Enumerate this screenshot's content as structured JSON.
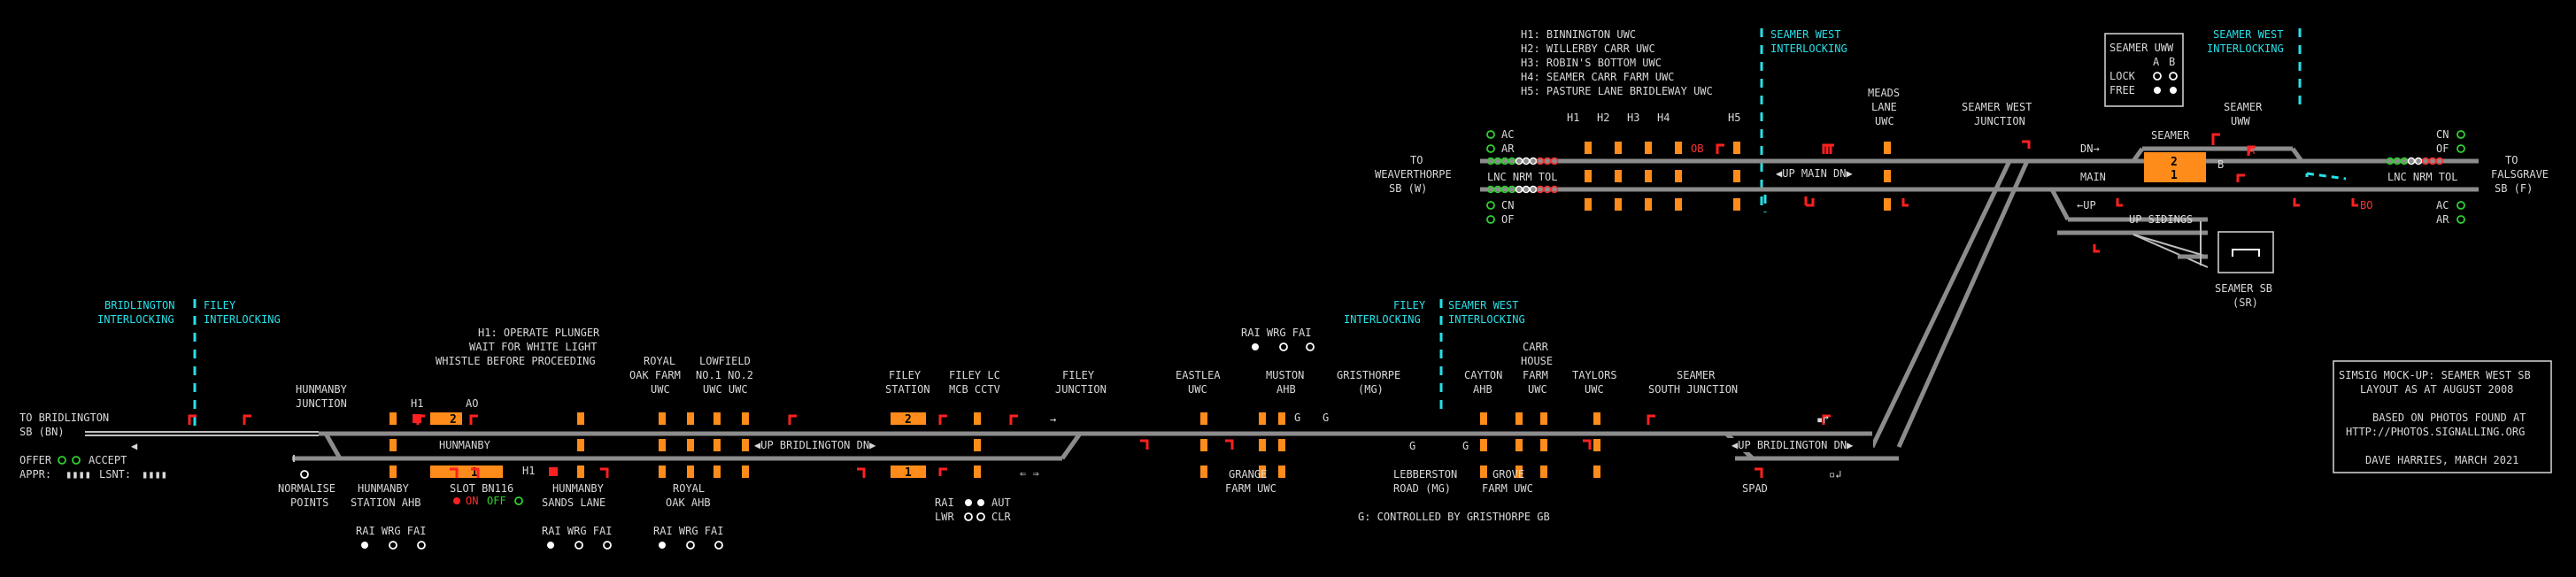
{
  "legend": {
    "hints": [
      "H1: BINNINGTON UWC",
      "H2: WILLERBY CARR UWC",
      "H3: ROBIN'S BOTTOM UWC",
      "H4: SEAMER CARR FARM UWC",
      "H5: PASTURE LANE BRIDLEWAY UWC"
    ]
  },
  "interlocking": {
    "seamer_west_left": [
      "SEAMER WEST",
      "INTERLOCKING"
    ],
    "seamer_west_right": [
      "SEAMER WEST",
      "INTERLOCKING"
    ],
    "bridlington": [
      "BRIDLINGTON",
      "INTERLOCKING"
    ],
    "filey_left": [
      "FILEY",
      "INTERLOCKING"
    ],
    "filey_mid": [
      "FILEY",
      "INTERLOCKING"
    ],
    "seamer_west_mid": [
      "SEAMER WEST",
      "INTERLOCKING"
    ]
  },
  "uww": {
    "title": "SEAMER UWW",
    "col_a": "A",
    "col_b": "B",
    "lock": "LOCK",
    "free": "FREE"
  },
  "labels": {
    "meads": [
      "MEADS",
      "LANE",
      "UWC"
    ],
    "seamer_west_jn": [
      "SEAMER WEST",
      "JUNCTION"
    ],
    "seamer_uww": [
      "SEAMER",
      "UWW"
    ],
    "seamer": "SEAMER",
    "to_weaverthorpe": [
      "TO",
      "WEAVERTHORPE",
      "SB (W)"
    ],
    "to_falsgrave": [
      "TO",
      "FALSGRAVE",
      "SB (F)"
    ],
    "up_main_dn": "UP MAIN DN",
    "dn": "DN",
    "main": "MAIN",
    "up": "UP",
    "up_sidings": "UP SIDINGS",
    "seamer_sb": [
      "SEAMER SB",
      "(SR)"
    ],
    "lnc_nrm_tol_left": "LNC NRM TOL",
    "lnc_nrm_tol_right": "LNC NRM TOL",
    "h_cols": [
      "H1",
      "H2",
      "H3",
      "H4",
      "H5"
    ],
    "hunmanby_jn": [
      "HUNMANBY",
      "JUNCTION"
    ],
    "operate_note": [
      "H1: OPERATE PLUNGER",
      "WAIT FOR WHITE LIGHT",
      "WHISTLE BEFORE PROCEEDING"
    ],
    "royal_oak_farm": [
      "ROYAL",
      "OAK FARM",
      "UWC"
    ],
    "lowfield": [
      "LOWFIELD",
      "NO.1 NO.2",
      "UWC UWC"
    ],
    "filey_station": [
      "FILEY",
      "STATION"
    ],
    "filey_lc": [
      "FILEY LC",
      "MCB CCTV"
    ],
    "filey_jn": [
      "FILEY",
      "JUNCTION"
    ],
    "eastlea": [
      "EASTLEA",
      "UWC"
    ],
    "muston": [
      "MUSTON",
      "AHB"
    ],
    "gristhorpe": [
      "GRISTHORPE",
      "(MG)"
    ],
    "cayton": [
      "CAYTON",
      "AHB"
    ],
    "carr_house": [
      "CARR",
      "HOUSE",
      "FARM",
      "UWC"
    ],
    "taylors": [
      "TAYLORS",
      "UWC"
    ],
    "seamer_south_jn": [
      "SEAMER",
      "SOUTH JUNCTION"
    ],
    "to_bridlington": [
      "TO BRIDLINGTON",
      "SB (BN)"
    ],
    "hunmanby": "HUNMANBY",
    "up_bridlington_dn_1": "UP BRIDLINGTON DN",
    "up_bridlington_dn_2": "UP BRIDLINGTON DN",
    "offer": "OFFER",
    "accept": "ACCEPT",
    "appr": "APPR:",
    "lsnt": "LSNT:",
    "normalise": [
      "NORMALISE",
      "POINTS"
    ],
    "hunmanby_station": [
      "HUNMANBY",
      "STATION AHB"
    ],
    "slot": "SLOT BN116",
    "on": "ON",
    "off": "OFF",
    "hunmanby_sands": [
      "HUNMANBY",
      "SANDS LANE"
    ],
    "royal_oak_ahb": [
      "ROYAL",
      "OAK AHB"
    ],
    "grange": [
      "GRANGE",
      "FARM UWC"
    ],
    "lebberston": [
      "LEBBERSTON",
      "ROAD (MG)"
    ],
    "grove": [
      "GROVE",
      "FARM UWC"
    ],
    "spad": "SPAD",
    "rai_wrg_fai": "RAI WRG FAI",
    "rai": "RAI",
    "lwr": "LWR",
    "aut": "AUT",
    "clr": "CLR",
    "controlled_by": "G: CONTROLLED BY GRISTHORPE GB",
    "ac": "AC",
    "ar": "AR",
    "cn": "CN",
    "of": "OF",
    "h1": "H1",
    "sig_ao": "AO",
    "sig_ob": "OB",
    "sig_bo": "BO",
    "sig_b": "B",
    "sig_a": "A",
    "g": "G"
  },
  "berths": {
    "seamer_top": "2",
    "seamer_bottom": "1",
    "hunmanby_up": "2",
    "hunmanby_dn": "1",
    "filey_up": "2",
    "filey_dn": "1"
  },
  "info_box": {
    "lines": [
      "SIMSIG MOCK-UP: SEAMER WEST SB",
      "LAYOUT AS AT AUGUST 2008",
      "",
      "BASED ON PHOTOS FOUND AT",
      "HTTP://PHOTOS.SIGNALLING.ORG",
      "",
      "DAVE HARRIES, MARCH 2021"
    ]
  },
  "colors": {
    "background": "#000000",
    "track": "#8c8c8c",
    "berth": "#ff8c1a",
    "signal": "#ff2020",
    "interlocking": "#27e0e8",
    "indicator_green": "#2fd12f"
  }
}
